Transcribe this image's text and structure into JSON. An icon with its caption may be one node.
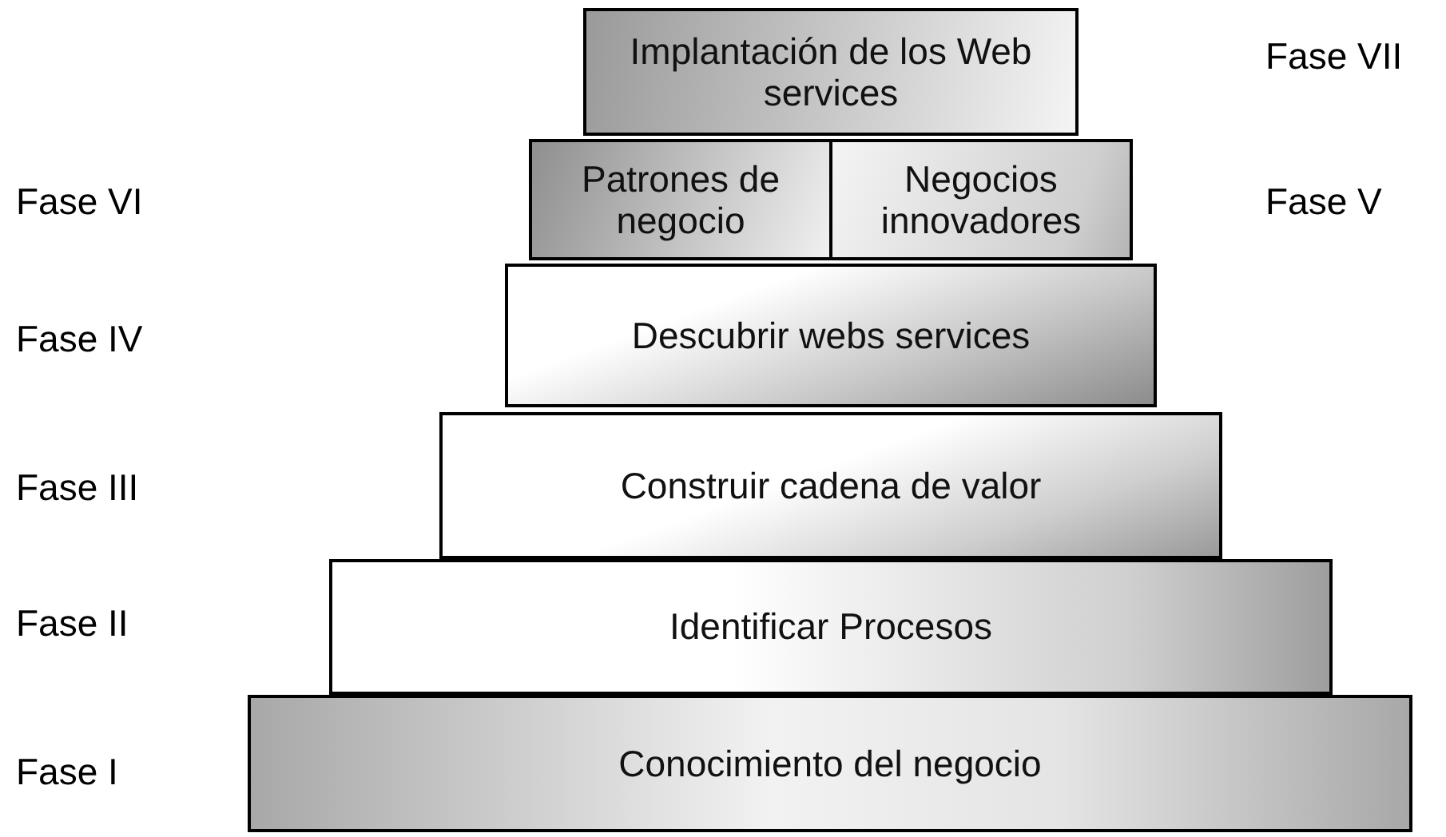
{
  "diagram": {
    "nodes": [
      {
        "text": [
          "Implantación de los Web services"
        ]
      },
      {
        "text": [
          "Patrones de negocio"
        ]
      },
      {
        "text": [
          "Negocios innovadores"
        ]
      },
      {
        "text": [
          "Descubrir webs services"
        ]
      },
      {
        "text": [
          "Construir cadena de valor"
        ]
      },
      {
        "text": [
          "Identificar Procesos"
        ]
      },
      {
        "text": [
          "Conocimiento del negocio"
        ]
      }
    ],
    "labels": [
      "Fase VII",
      "Fase VI",
      "Fase V",
      "Fase IV",
      "Fase III",
      "Fase II",
      "Fase I"
    ]
  }
}
